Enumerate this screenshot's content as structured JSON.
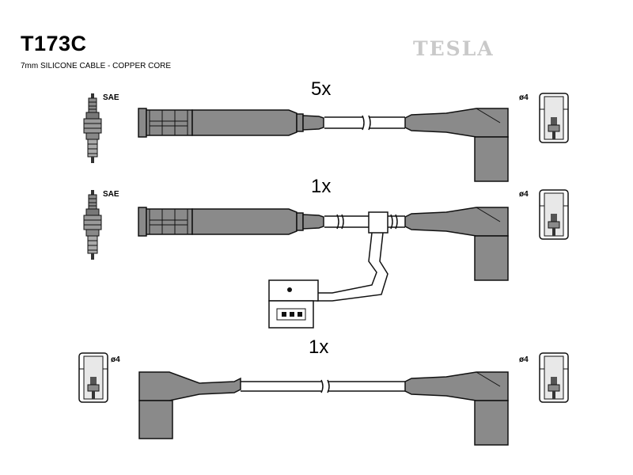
{
  "header": {
    "part_number": "T173C",
    "cable_spec": "7mm SILICONE CABLE - COPPER CORE",
    "brand": "TESLA"
  },
  "rows": [
    {
      "quantity": "5x",
      "left_terminal": "SAE",
      "right_terminal": "ø4"
    },
    {
      "quantity": "1x",
      "left_terminal": "SAE",
      "right_terminal": "ø4"
    },
    {
      "quantity": "1x",
      "left_terminal": "ø4",
      "right_terminal": "ø4"
    }
  ],
  "colors": {
    "part_fill": "#8a8a8a",
    "outline": "#1a1a1a",
    "background": "#ffffff",
    "brand": "#c9c9c9"
  }
}
